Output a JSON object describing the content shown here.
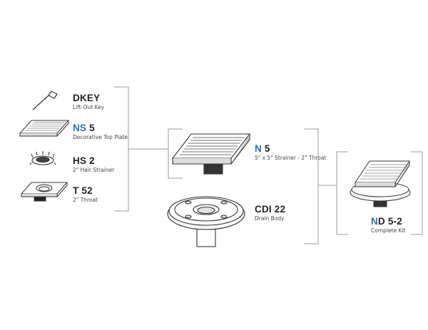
{
  "parts": {
    "dkey": {
      "prefix": "",
      "code": "DKEY",
      "desc": "Lift-Out Key",
      "icon": "lift-out-key-icon"
    },
    "ns5": {
      "prefix": "NS",
      "code": " 5",
      "desc": "Decorative Top Plate",
      "icon": "decorative-top-plate-icon"
    },
    "hs2": {
      "prefix": "",
      "code": "HS 2",
      "desc": "2\" Hair Strainer",
      "icon": "hair-strainer-icon"
    },
    "t52": {
      "prefix": "",
      "code": "T 52",
      "desc": "2\" Throat",
      "icon": "throat-icon"
    },
    "n5": {
      "prefix": "N",
      "code": " 5",
      "desc": "5\" x 5\" Strainer - 2\" Throat",
      "icon": "strainer-icon"
    },
    "cdi22": {
      "prefix": "",
      "code": "CDI 22",
      "desc": "Drain Body",
      "icon": "drain-body-icon"
    },
    "nd52": {
      "prefix": "N",
      "code": "D 5-2",
      "desc": "Complete Kit",
      "icon": "complete-kit-icon"
    }
  },
  "colors": {
    "accent": "#2b6cb0",
    "line": "#9a9a9a",
    "text": "#222222"
  }
}
